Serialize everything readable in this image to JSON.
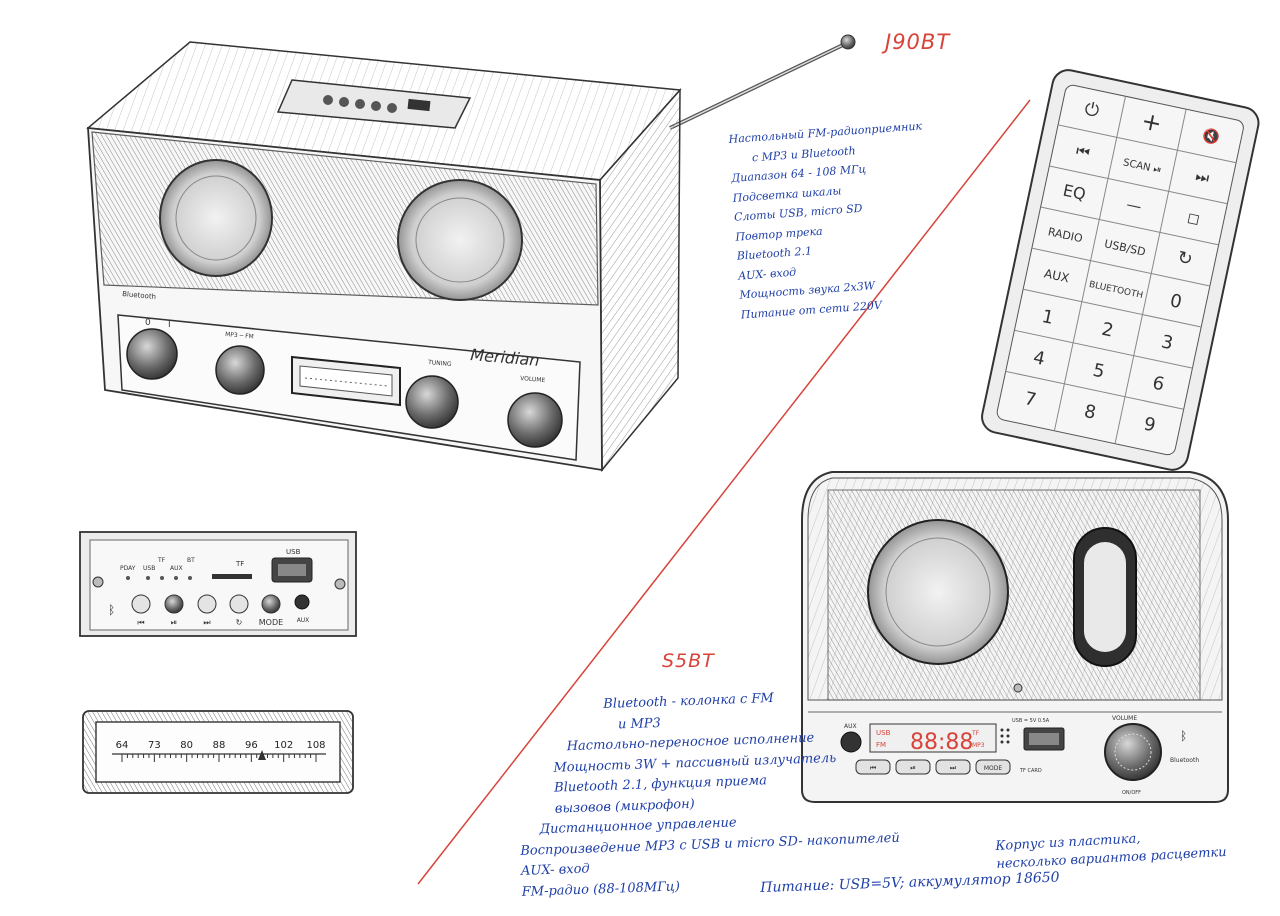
{
  "titles": {
    "j90": "J90BT",
    "s5": "S5BT"
  },
  "colors": {
    "ink_blue": "#1f3fa8",
    "ink_red": "#d8433a",
    "pencil": "#3a3a3a"
  },
  "j90_radio": {
    "brand": "Meridian",
    "bluetooth_badge": "Bluetooth",
    "power_switch": [
      "0",
      "I"
    ],
    "mode_label": "MP3 ─ FM",
    "tuning_label": "TUNING",
    "volume_label": "VOLUME"
  },
  "remote": {
    "keys": [
      "⏻",
      "+",
      "🔇",
      "⏮",
      "SCAN ⏯",
      "⏭",
      "EQ",
      "—",
      "◻",
      "RADIO",
      "USB/SD",
      "↻",
      "AUX",
      "BLUETOOTH",
      "0",
      "1",
      "2",
      "3",
      "4",
      "5",
      "6",
      "7",
      "8",
      "9"
    ]
  },
  "mp3_module": {
    "indicators": [
      "PDAY",
      "USB",
      "TF",
      "AUX",
      "BT"
    ],
    "tf_label": "TF",
    "usb_label": "USB",
    "button_labels": [
      "⏮",
      "⏯",
      "⏭",
      "↻",
      "MODE",
      "AUX"
    ]
  },
  "dial": {
    "scale": [
      "64",
      "73",
      "80",
      "88",
      "96",
      "102",
      "108"
    ]
  },
  "s5_radio": {
    "aux_label": "AUX",
    "display_text": "88:88",
    "display_left": [
      "USB",
      "FM"
    ],
    "display_right": [
      "TF",
      "MP3"
    ],
    "usb_spec": "USB = 5V 0.5A",
    "tf_card": "TF CARD",
    "volume_label": "VOLUME",
    "on_off": "ON/OFF",
    "bluetooth_badge": "Bluetooth",
    "buttons": [
      "⏮",
      "⏯",
      "⏭",
      "MODE"
    ]
  },
  "specs_j90": [
    "Настольный FM-радиоприемник",
    "с MP3 и Bluetooth",
    "Диапазон 64 - 108 МГц",
    "Подсветка шкалы",
    "Слоты USB, micro SD",
    "Повтор трека",
    "Bluetooth 2.1",
    "AUX- вход",
    "Мощность звука 2х3W",
    "Питание от сети 220V"
  ],
  "specs_s5": [
    "Bluetooth - колонка с FM",
    "и MP3",
    "Настольно-переносное исполнение",
    "Мощность 3W + пассивный излучатель",
    "Bluetooth 2.1, функция приема",
    "вызовов (микрофон)",
    "Дистанционное управление",
    "Воспроизведение MP3 с USB и micro SD- накопителей",
    "AUX- вход",
    "FM-радио (88-108МГц)"
  ],
  "note_body": [
    "Корпус из пластика,",
    "несколько вариантов расцветки"
  ],
  "note_power": "Питание: USB=5V; аккумулятор 18650"
}
